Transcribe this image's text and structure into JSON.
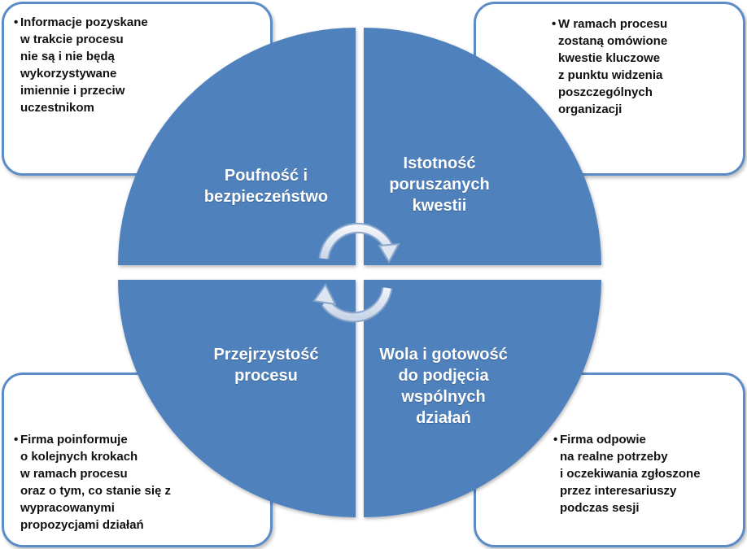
{
  "diagram": {
    "quadrants": {
      "top_left": {
        "lines": [
          "Poufność i",
          "bezpieczeństwo"
        ]
      },
      "top_right": {
        "lines": [
          "Istotność",
          "poruszanych",
          "kwestii"
        ]
      },
      "bottom_left": {
        "lines": [
          "Przejrzystość",
          "procesu"
        ]
      },
      "bottom_right": {
        "lines": [
          "Wola i gotowość",
          "do podjęcia",
          "wspólnych",
          "działań"
        ]
      }
    },
    "notes": {
      "top_left": {
        "bullet": "•",
        "lines": [
          "Informacje pozyskane",
          "w trakcie procesu",
          "nie są i nie będą",
          "wykorzystywane",
          "imiennie i przeciw",
          "uczestnikom"
        ]
      },
      "top_right": {
        "bullet": "•",
        "lines": [
          "W ramach procesu",
          "zostaną omówione",
          "kwestie kluczowe",
          "z punktu widzenia",
          "poszczególnych",
          "organizacji"
        ]
      },
      "bottom_left": {
        "bullet": "•",
        "lines": [
          "Firma poinformuje",
          "o kolejnych krokach",
          "w ramach procesu",
          "oraz o tym, co stanie się z",
          "wypracowanymi",
          "propozycjami działań"
        ]
      },
      "bottom_right": {
        "bullet": "•",
        "lines": [
          "Firma odpowie",
          "na realne potrzeby",
          "i oczekiwania zgłoszone",
          "przez interesariuszy",
          "podczas sesji"
        ]
      }
    },
    "colors": {
      "quadrant_fill": "#4f81bd",
      "note_border": "#5b8cc8",
      "arrow_fill": "#dde5f0"
    }
  }
}
